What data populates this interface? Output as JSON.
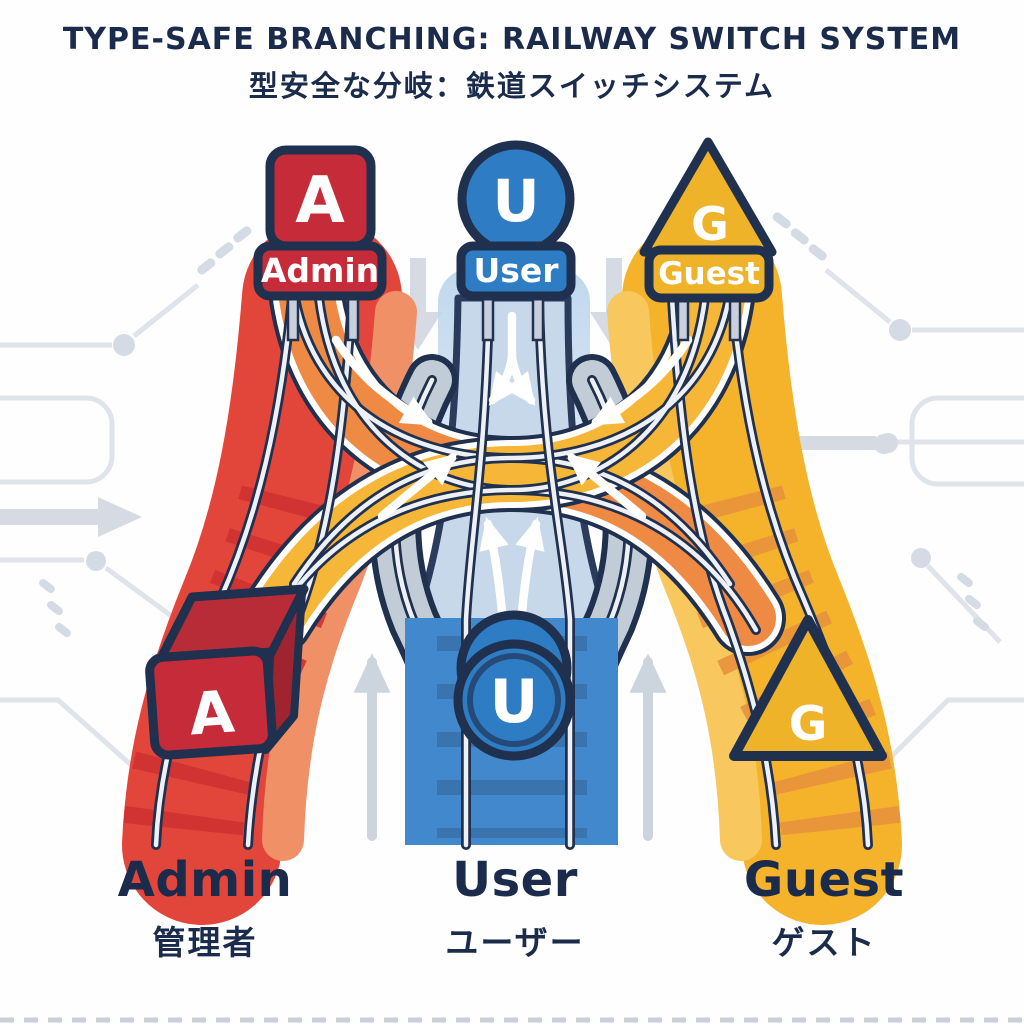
{
  "title": {
    "en": "TYPE-SAFE BRANCHING: RAILWAY SWITCH SYSTEM",
    "ja": "型安全な分岐：鉄道スイッチシステム"
  },
  "lanes": [
    {
      "id": "admin",
      "letter": "A",
      "sign_label": "Admin",
      "name_en": "Admin",
      "name_ja": "管理者",
      "shape": "square",
      "color": "#C62B39",
      "track_color": "#E2453A"
    },
    {
      "id": "user",
      "letter": "U",
      "sign_label": "User",
      "name_en": "User",
      "name_ja": "ユーザー",
      "shape": "circle",
      "color": "#2E7CC3",
      "track_color": "#4189CC"
    },
    {
      "id": "guest",
      "letter": "G",
      "sign_label": "Guest",
      "name_en": "Guest",
      "name_ja": "ゲスト",
      "shape": "triangle",
      "color": "#EFB32A",
      "track_color": "#F5B32B"
    }
  ],
  "palette": {
    "navy_outline": "#20304F",
    "text_navy": "#1B2B4B",
    "orange_branch": "#EF8A45",
    "salmon_stripe": "#F09067",
    "light_amber_stripe": "#F8C75E",
    "pale_blue_funnel": "#C6D8EA",
    "tie_red": "#CF3132",
    "tie_blue": "#3A74AE",
    "tie_amber": "#E8923C",
    "track_gray": "#C2CCD7",
    "rail_silver": "#EDF1F6",
    "circuit_gray": "#DFE3EA",
    "arrow_gray": "#D6DBE3",
    "white_arrow": "#FFFFFF"
  }
}
